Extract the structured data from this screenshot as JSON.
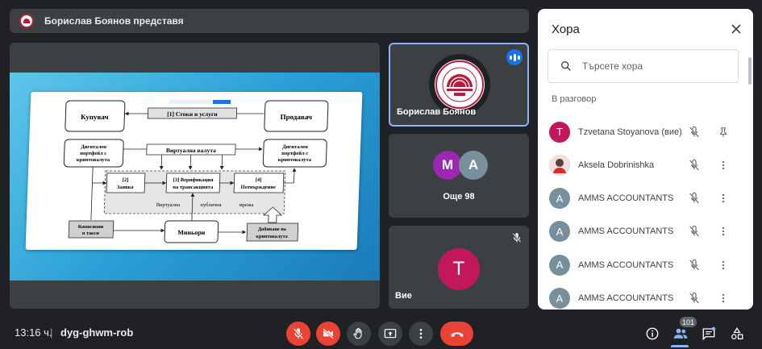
{
  "presenter_bar": {
    "title": "Борислав Боянов представя"
  },
  "slide": {
    "labels": {
      "buyer": "Купувач",
      "seller": "Продавач",
      "goods": "[1] Стоки и услуги",
      "wallet_left": [
        "Дигитален",
        "портфейл с",
        "криптовалута"
      ],
      "wallet_right": [
        "Дигитален",
        "портфейл с",
        "криптовалута"
      ],
      "virtual_currency": "Виртуална валута",
      "request": [
        "[2]",
        "Заявка"
      ],
      "verification": [
        "[3] Верификация",
        "на трансакцията"
      ],
      "confirmation": [
        "[4]",
        "Потвърждение"
      ],
      "network": [
        "Виртуална",
        "публична",
        "мрежа"
      ],
      "fees": [
        "Комисиони",
        "и такси"
      ],
      "miners": "Миньори",
      "mining": [
        "Добиване на",
        "криптовалута"
      ]
    }
  },
  "tiles": {
    "boyanov": {
      "name": "Борислав Боянов"
    },
    "more": {
      "name": "Още 98",
      "avatars": [
        {
          "letter": "M",
          "color": "#9c27b0"
        },
        {
          "letter": "A",
          "color": "#78909c"
        }
      ]
    },
    "you": {
      "name": "Вие",
      "letter": "T",
      "color": "#c2185b"
    }
  },
  "panel": {
    "title": "Хора",
    "search_placeholder": "Търсете хора",
    "section": "В разговор",
    "participants": [
      {
        "initial": "T",
        "name": "Tzvetana Stoyanova (вие)",
        "color": "#c2185b",
        "action": "pin-icon"
      },
      {
        "initial": "",
        "name": "Aksela Dobrinishka",
        "color": "#e57373",
        "action": "more-icon"
      },
      {
        "initial": "A",
        "name": "AMMS ACCOUNTANTS",
        "color": "#78909c",
        "action": "more-icon"
      },
      {
        "initial": "A",
        "name": "AMMS ACCOUNTANTS",
        "color": "#78909c",
        "action": "more-icon"
      },
      {
        "initial": "A",
        "name": "AMMS ACCOUNTANTS",
        "color": "#78909c",
        "action": "more-icon"
      },
      {
        "initial": "A",
        "name": "AMMS ACCOUNTANTS",
        "color": "#78909c",
        "action": "more-icon"
      }
    ]
  },
  "bottom": {
    "time": "13:16 ч.",
    "separator": "|",
    "meeting_code": "dyg-ghwm-rob",
    "people_count": "101"
  }
}
